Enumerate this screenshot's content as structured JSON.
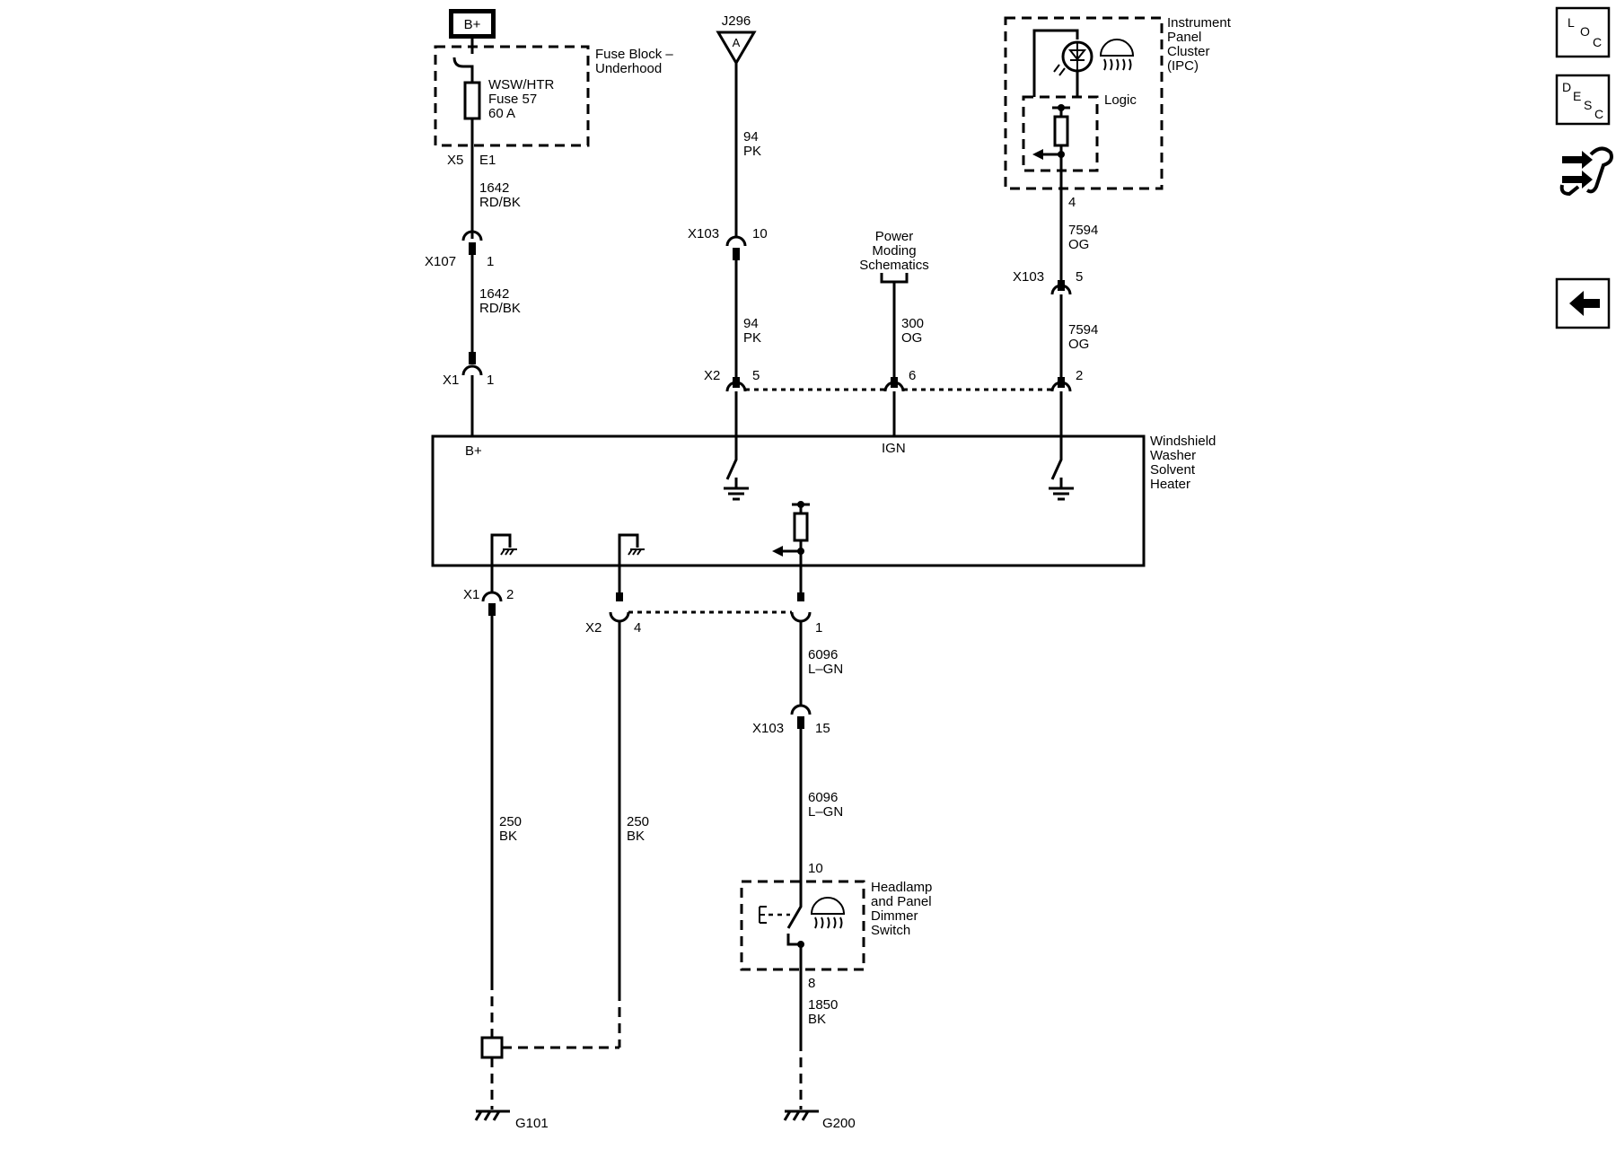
{
  "diagram": {
    "power_source": "B+",
    "fuse_block": {
      "title_line1": "Fuse Block –",
      "title_line2": "Underhood",
      "fuse_line1": "WSW/HTR",
      "fuse_line2": "Fuse 57",
      "fuse_line3": "60 A"
    },
    "fuse_conn": {
      "name": "X5",
      "pin": "E1"
    },
    "wire_1642_a": {
      "num": "1642",
      "color": "RD/BK"
    },
    "x107": {
      "name": "X107",
      "pin": "1"
    },
    "wire_1642_b": {
      "num": "1642",
      "color": "RD/BK"
    },
    "x1_top": {
      "name": "X1",
      "pin": "1"
    },
    "j296": {
      "name": "J296",
      "letter": "A"
    },
    "wire_94_a": {
      "num": "94",
      "color": "PK"
    },
    "x103_10": {
      "name": "X103",
      "pin": "10"
    },
    "wire_94_b": {
      "num": "94",
      "color": "PK"
    },
    "x2_5": {
      "name": "X2",
      "pin": "5"
    },
    "power_moding": {
      "line1": "Power",
      "line2": "Moding",
      "line3": "Schematics"
    },
    "wire_300": {
      "num": "300",
      "color": "OG"
    },
    "pin_6": "6",
    "ipc": {
      "line1": "Instrument",
      "line2": "Panel",
      "line3": "Cluster",
      "line4": "(IPC)",
      "logic": "Logic"
    },
    "ipc_pin": "4",
    "wire_7594_a": {
      "num": "7594",
      "color": "OG"
    },
    "x103_5": {
      "name": "X103",
      "pin": "5"
    },
    "wire_7594_b": {
      "num": "7594",
      "color": "OG"
    },
    "pin_2": "2",
    "heater": {
      "line1": "Windshield",
      "line2": "Washer",
      "line3": "Solvent",
      "line4": "Heater",
      "bplus": "B+",
      "ign": "IGN"
    },
    "x1_bottom": {
      "name": "X1",
      "pin": "2"
    },
    "x2_4": {
      "name": "X2",
      "pin": "4"
    },
    "pin_1": "1",
    "wire_6096_a": {
      "num": "6096",
      "color": "L–GN"
    },
    "x103_15": {
      "name": "X103",
      "pin": "15"
    },
    "wire_6096_b": {
      "num": "6096",
      "color": "L–GN"
    },
    "switch": {
      "line1": "Headlamp",
      "line2": "and Panel",
      "line3": "Dimmer",
      "line4": "Switch",
      "pin_top": "10",
      "pin_bottom": "8"
    },
    "wire_250_a": {
      "num": "250",
      "color": "BK"
    },
    "wire_250_b": {
      "num": "250",
      "color": "BK"
    },
    "wire_1850": {
      "num": "1850",
      "color": "BK"
    },
    "ground_g101": "G101",
    "ground_g200": "G200"
  },
  "nav": {
    "loc": {
      "l1": "L",
      "l2": "O",
      "l3": "C"
    },
    "desc": {
      "l1": "D",
      "l2": "E",
      "l3": "S",
      "l4": "C"
    }
  }
}
